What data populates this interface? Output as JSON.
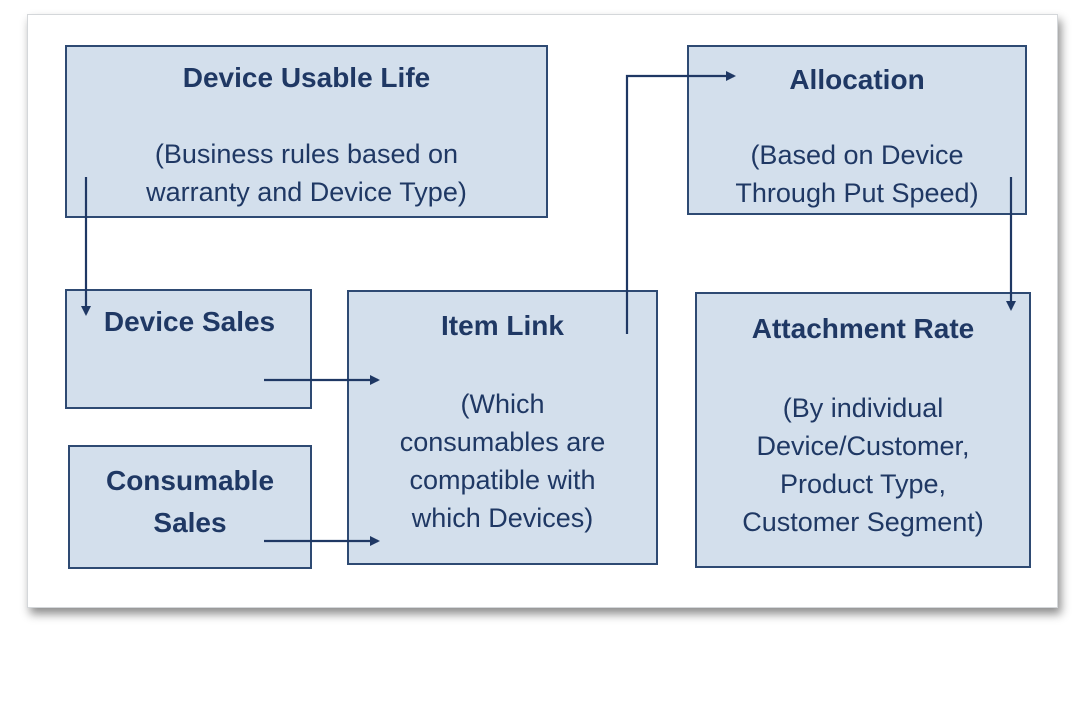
{
  "diagram": {
    "colors": {
      "box_fill": "#d3dfec",
      "box_border": "#2e4a73",
      "text": "#1f3864",
      "arrow": "#1f3864"
    },
    "boxes": {
      "device_usable_life": {
        "title": "Device Usable Life",
        "lines": [
          "(Business rules based on",
          "warranty and Device Type)"
        ]
      },
      "allocation": {
        "title": "Allocation",
        "lines": [
          "(Based on Device",
          "Through Put Speed)"
        ]
      },
      "device_sales": {
        "title": "Device Sales"
      },
      "item_link": {
        "title": "Item Link",
        "lines": [
          "(Which",
          "consumables are",
          "compatible with",
          "which Devices)"
        ]
      },
      "attachment_rate": {
        "title": "Attachment Rate",
        "lines": [
          "(By individual",
          "Device/Customer,",
          "Product Type,",
          "Customer Segment)"
        ]
      },
      "consumable_sales": {
        "title_lines": [
          "Consumable",
          "Sales"
        ]
      }
    },
    "connectors": [
      {
        "from": "Device Usable Life",
        "to": "Device Sales"
      },
      {
        "from": "Device Sales",
        "to": "Item Link"
      },
      {
        "from": "Consumable Sales",
        "to": "Item Link"
      },
      {
        "from": "Item Link",
        "to": "Allocation"
      },
      {
        "from": "Allocation",
        "to": "Attachment Rate"
      }
    ]
  }
}
